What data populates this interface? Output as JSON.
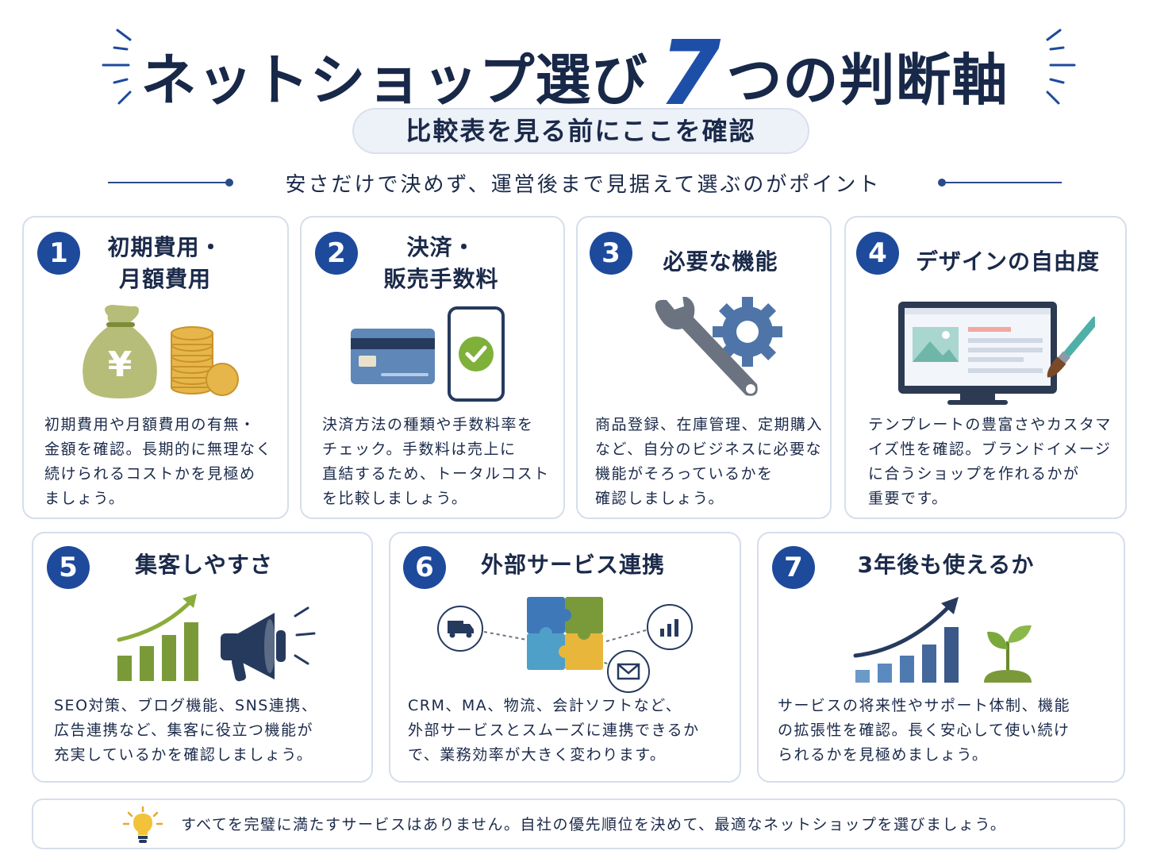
{
  "header": {
    "title_before": "ネットショップ選び",
    "title_number": "7",
    "title_after": "つの判断軸",
    "subtitle": "比較表を見る前にここを確認",
    "tagline": "安さだけで決めず、運営後まで見据えて選ぶのがポイント"
  },
  "cards": [
    {
      "number": "1",
      "title_line1": "初期費用・",
      "title_line2": "月額費用",
      "icon": "money-bag-coins-icon",
      "desc": [
        "初期費用や月額費用の有無・",
        "金額を確認。長期的に無理なく",
        "続けられるコストかを見極め",
        "ましょう。"
      ]
    },
    {
      "number": "2",
      "title_line1": "決済・",
      "title_line2": "販売手数料",
      "icon": "credit-card-phone-icon",
      "desc": [
        "決済方法の種類や手数料率を",
        "チェック。手数料は売上に",
        "直結するため、トータルコスト",
        "を比較しましょう。"
      ]
    },
    {
      "number": "3",
      "title_line1": "必要な機能",
      "title_line2": "",
      "icon": "wrench-gear-icon",
      "desc": [
        "商品登録、在庫管理、定期購入",
        "など、自分のビジネスに必要な",
        "機能がそろっているかを",
        "確認しましょう。"
      ]
    },
    {
      "number": "4",
      "title_line1": "デザインの自由度",
      "title_line2": "",
      "icon": "monitor-brush-icon",
      "desc": [
        "テンプレートの豊富さやカスタマ",
        "イズ性を確認。ブランドイメージ",
        "に合うショップを作れるかが",
        "重要です。"
      ]
    },
    {
      "number": "5",
      "title_line1": "集客しやすさ",
      "title_line2": "",
      "icon": "growth-megaphone-icon",
      "desc": [
        "SEO対策、ブログ機能、SNS連携、",
        "広告連携など、集客に役立つ機能が",
        "充実しているかを確認しましょう。"
      ]
    },
    {
      "number": "6",
      "title_line1": "外部サービス連携",
      "title_line2": "",
      "icon": "puzzle-integration-icon",
      "desc": [
        "CRM、MA、物流、会計ソフトなど、",
        "外部サービスとスムーズに連携できるか",
        "で、業務効率が大きく変わります。"
      ]
    },
    {
      "number": "7",
      "title_line1": "3年後も使えるか",
      "title_line2": "",
      "icon": "growth-sprout-icon",
      "desc": [
        "サービスの将来性やサポート体制、機能",
        "の拡張性を確認。長く安心して使い続け",
        "られるかを見極めましょう。"
      ]
    }
  ],
  "footer": {
    "icon": "lightbulb-icon",
    "text": "すべてを完璧に満たすサービスはありません。自社の優先順位を決めて、最適なネットショップを選びましょう。"
  },
  "colors": {
    "navy": "#1b2a4a",
    "accent_blue": "#1e4a9c",
    "green": "#7a9a3a",
    "card_border": "#d6deea"
  }
}
